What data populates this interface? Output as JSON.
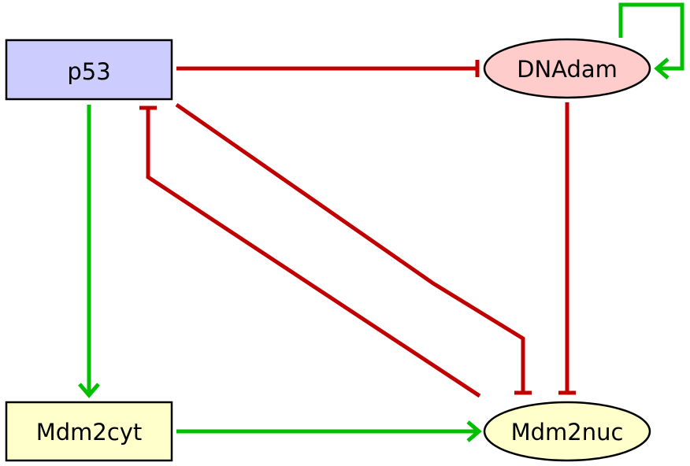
{
  "nodes": {
    "p53": {
      "label": "p53",
      "fill": "#ccccff"
    },
    "dnadam": {
      "label": "DNAdam",
      "fill": "#ffcccc"
    },
    "mdm2cyt": {
      "label": "Mdm2cyt",
      "fill": "#ffffcc"
    },
    "mdm2nuc": {
      "label": "Mdm2nuc",
      "fill": "#ffffcc"
    }
  },
  "colors": {
    "activation": "#00c000",
    "inhibition": "#c00000",
    "outline": "#000000"
  },
  "edges": [
    {
      "from": "p53",
      "to": "dnadam",
      "type": "inhibition"
    },
    {
      "from": "dnadam",
      "to": "dnadam",
      "type": "activation"
    },
    {
      "from": "p53",
      "to": "mdm2cyt",
      "type": "activation"
    },
    {
      "from": "mdm2cyt",
      "to": "mdm2nuc",
      "type": "activation"
    },
    {
      "from": "p53",
      "to": "mdm2nuc",
      "type": "inhibition"
    },
    {
      "from": "mdm2nuc",
      "to": "p53",
      "type": "inhibition"
    },
    {
      "from": "dnadam",
      "to": "mdm2nuc",
      "type": "inhibition"
    }
  ]
}
